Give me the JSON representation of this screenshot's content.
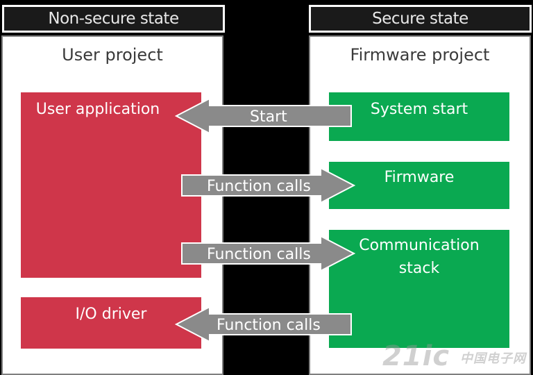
{
  "headers": {
    "left": "Non-secure state",
    "right": "Secure state"
  },
  "panels": {
    "left_title": "User project",
    "right_title": "Firmware project"
  },
  "blocks": {
    "user_application": "User application",
    "io_driver": "I/O driver",
    "system_start": "System start",
    "firmware": "Firmware",
    "communication_line1": "Communication",
    "communication_line2": "stack"
  },
  "arrows": {
    "start": "Start",
    "function_calls_1": "Function calls",
    "function_calls_2": "Function calls",
    "function_calls_3": "Function calls"
  },
  "watermark": {
    "brand": "21ic",
    "sub": "中国电子网"
  },
  "colors": {
    "red": "#cf364a",
    "green": "#0aa951",
    "arrow_fill": "#8a8a8a",
    "arrow_stroke": "#ffffff"
  }
}
